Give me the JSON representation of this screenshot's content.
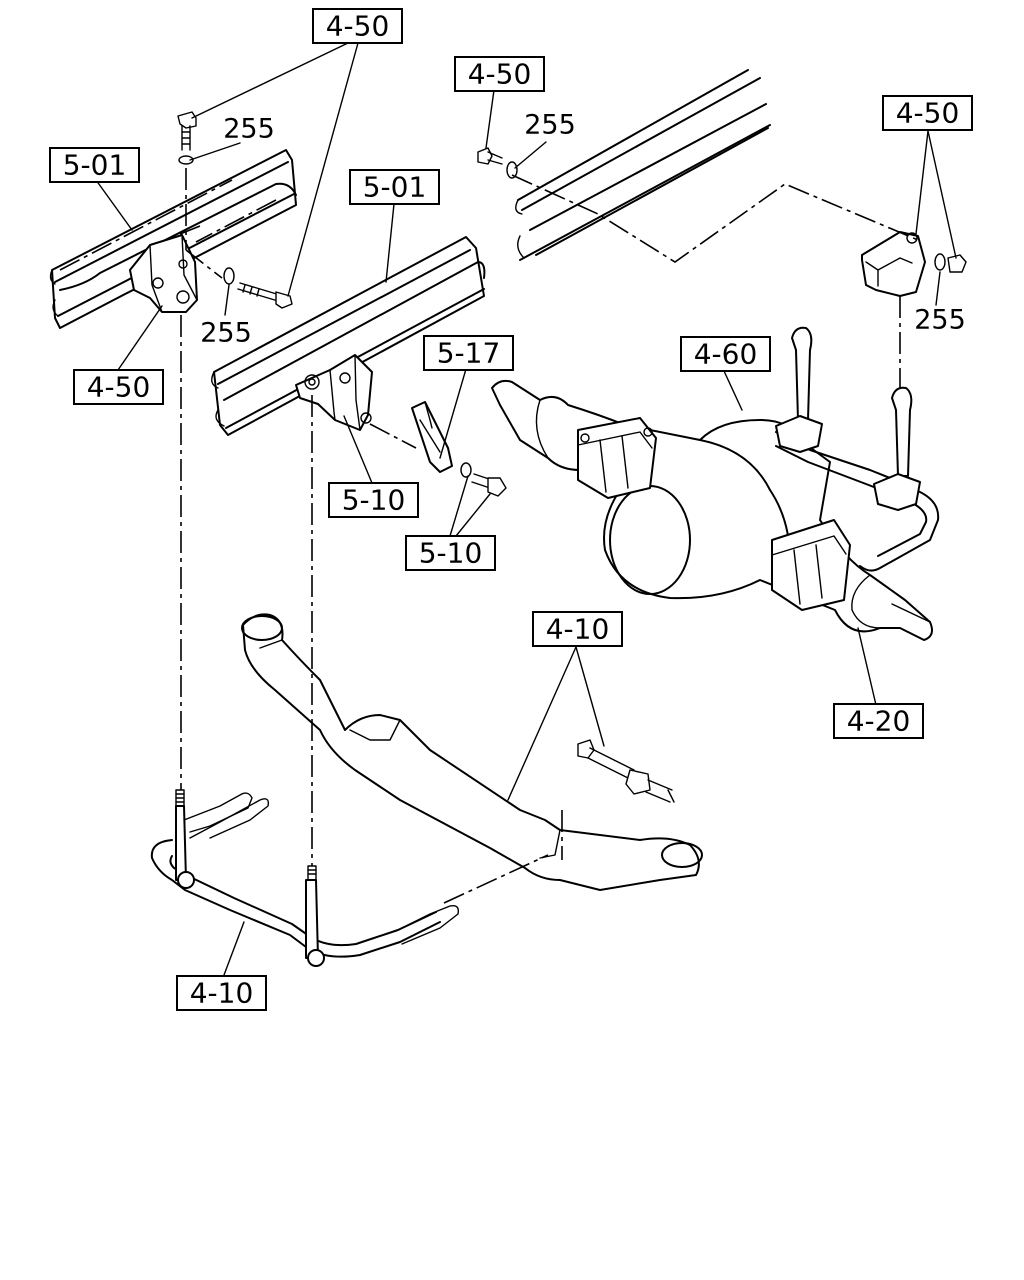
{
  "callouts": [
    {
      "id": "c1",
      "text": "4-50"
    },
    {
      "id": "c2",
      "text": "255"
    },
    {
      "id": "c3",
      "text": "5-01"
    },
    {
      "id": "c4",
      "text": "255"
    },
    {
      "id": "c5",
      "text": "4-50"
    },
    {
      "id": "c6",
      "text": "5-01"
    },
    {
      "id": "c7",
      "text": "4-50"
    },
    {
      "id": "c8",
      "text": "255"
    },
    {
      "id": "c9",
      "text": "4-50"
    },
    {
      "id": "c10",
      "text": "255"
    },
    {
      "id": "c11",
      "text": "5-17"
    },
    {
      "id": "c12",
      "text": "4-60"
    },
    {
      "id": "c13",
      "text": "5-10"
    },
    {
      "id": "c14",
      "text": "5-10"
    },
    {
      "id": "c15",
      "text": "4-10"
    },
    {
      "id": "c16",
      "text": "4-20"
    },
    {
      "id": "c17",
      "text": "4-10"
    }
  ]
}
